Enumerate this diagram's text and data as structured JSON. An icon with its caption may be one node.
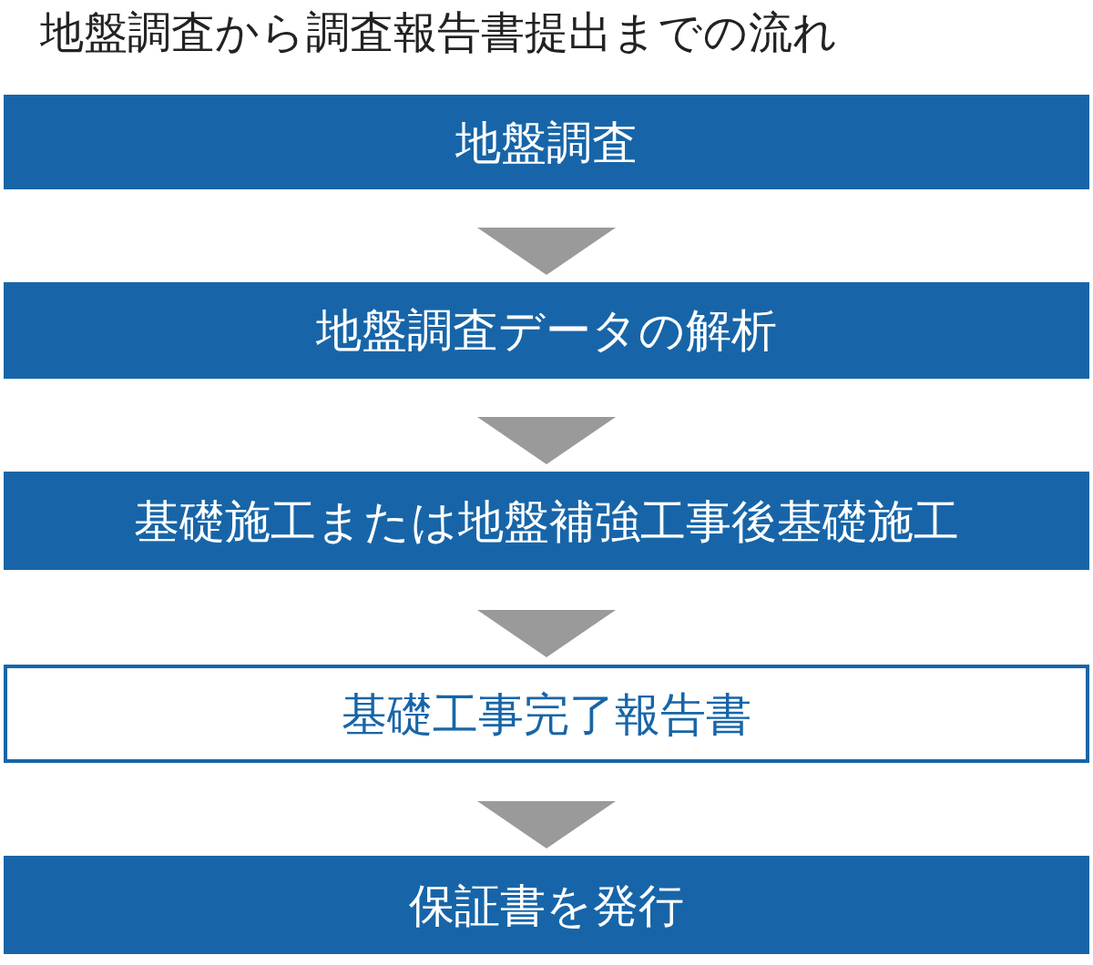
{
  "diagram": {
    "title": "地盤調査から調査報告書提出までの流れ",
    "nodes": [
      {
        "text": [
          "地盤調査"
        ]
      },
      {
        "text": [
          "地盤調査データの解析"
        ]
      },
      {
        "text": [
          "基礎施工または地盤補強工事後基礎施工"
        ]
      },
      {
        "text": [
          "基礎工事完了報告書"
        ]
      },
      {
        "text": [
          "保証書を発行"
        ]
      }
    ],
    "edges": [
      {
        "from": 0,
        "to": 1,
        "arrow": "to"
      },
      {
        "from": 1,
        "to": 2,
        "arrow": "to"
      },
      {
        "from": 2,
        "to": 3,
        "arrow": "to"
      },
      {
        "from": 3,
        "to": 4,
        "arrow": "to"
      }
    ]
  }
}
